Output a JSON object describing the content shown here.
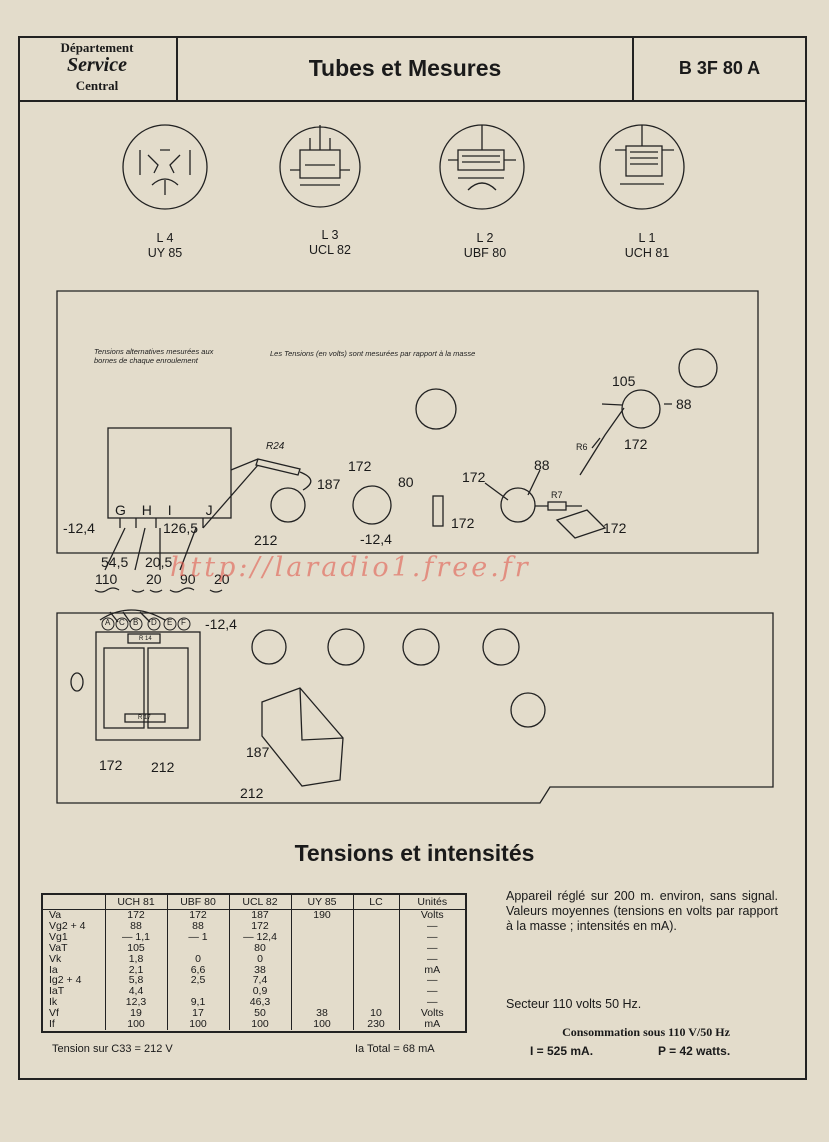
{
  "header": {
    "dept_line1": "Département",
    "dept_line2": "Service",
    "dept_line3": "Central",
    "title": "Tubes et Mesures",
    "reference": "B 3F 80 A"
  },
  "tubes": [
    {
      "pos": "L 4",
      "type": "UY 85"
    },
    {
      "pos": "L 3",
      "type": "UCL 82"
    },
    {
      "pos": "L 2",
      "type": "UBF 80"
    },
    {
      "pos": "L 1",
      "type": "UCH 81"
    }
  ],
  "chassis": {
    "note_left": "Tensions alternatives mesurées aux bornes de chaque enroulement",
    "note_center": "Les Tensions (en volts) sont mesurées par rapport à la masse",
    "transformer_terminals": [
      "G",
      "H",
      "I",
      "J"
    ],
    "transformer_values": [
      "-12,4",
      "126,5"
    ],
    "lower_values": [
      "54,5",
      "20,5",
      "110",
      "20",
      "90",
      "20"
    ],
    "terminal_letters": [
      "A",
      "C",
      "B",
      "D",
      "E",
      "F"
    ],
    "terminal_value": "-12,4",
    "r24": "R24",
    "l4_socket": "212",
    "l3_socket": [
      "172",
      "187",
      "80",
      "-12,4"
    ],
    "socket_side": "172",
    "l2_socket": [
      "172",
      "88"
    ],
    "r7": "R7",
    "r7_value": "172",
    "l1_socket": [
      "105",
      "88",
      "172"
    ],
    "r6": "R6",
    "cap_values": [
      "172",
      "212"
    ],
    "cap_resistors": [
      "R 14",
      "R 17"
    ],
    "block_values": [
      "187",
      "212"
    ]
  },
  "watermark": "http://laradio1.free.fr",
  "section_title": "Tensions et intensités",
  "table": {
    "columns": [
      "",
      "UCH 81",
      "UBF 80",
      "UCL 82",
      "UY 85",
      "LC",
      "Unités"
    ],
    "rows": [
      [
        "Va",
        "172",
        "172",
        "187",
        "190",
        "",
        "Volts"
      ],
      [
        "Vg2 + 4",
        "88",
        "88",
        "172",
        "",
        "",
        "—"
      ],
      [
        "Vg1",
        "— 1,1",
        "— 1",
        "— 12,4",
        "",
        "",
        "—"
      ],
      [
        "VaT",
        "105",
        "",
        "80",
        "",
        "",
        "—"
      ],
      [
        "Vk",
        "1,8",
        "0",
        "0",
        "",
        "",
        "—"
      ],
      [
        "Ia",
        "2,1",
        "6,6",
        "38",
        "",
        "",
        "mA"
      ],
      [
        "Ig2 + 4",
        "5,8",
        "2,5",
        "7,4",
        "",
        "",
        "—"
      ],
      [
        "IaT",
        "4,4",
        "",
        "0,9",
        "",
        "",
        "—"
      ],
      [
        "Ik",
        "12,3",
        "9,1",
        "46,3",
        "",
        "",
        "—"
      ],
      [
        "Vf",
        "19",
        "17",
        "50",
        "38",
        "10",
        "Volts"
      ],
      [
        "If",
        "100",
        "100",
        "100",
        "100",
        "230",
        "mA"
      ]
    ],
    "footer_left": "Tension sur C33 = 212 V",
    "footer_right": "Ia Total = 68 mA"
  },
  "notes": {
    "description": "Appareil réglé sur 200 m. environ, sans signal. Valeurs moyennes (tensions en volts par rapport à la masse ; intensités en mA).",
    "secteur": "Secteur 110 volts 50 Hz.",
    "conso_title": "Consommation sous 110 V/50 Hz",
    "current": "I = 525 mA.",
    "power": "P = 42 watts."
  }
}
